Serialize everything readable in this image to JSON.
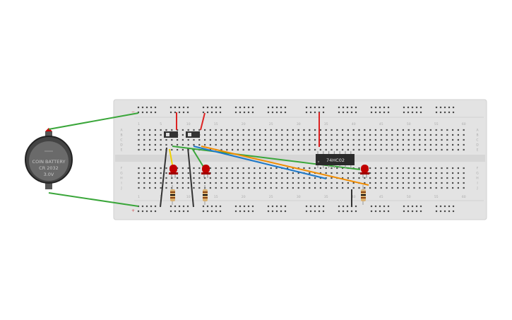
{
  "breadboard": {
    "col_labels": [
      "1",
      "5",
      "10",
      "15",
      "20",
      "25",
      "30",
      "35",
      "40",
      "45",
      "50",
      "55",
      "60"
    ],
    "row_labels_top": [
      "A",
      "B",
      "C",
      "D",
      "E"
    ],
    "row_labels_bottom": [
      "F",
      "G",
      "H",
      "I",
      "J"
    ]
  },
  "battery": {
    "line1": "COIN BATTERY",
    "line2": "CR 2032",
    "line3": "3.0V"
  },
  "chip": {
    "label": "74HC02"
  },
  "colors": {
    "board": "#e3e3e3",
    "wire_green": "#3aa63a",
    "wire_red": "#d22",
    "wire_blue": "#1e78c8",
    "wire_orange": "#f08c00",
    "wire_black": "#333333",
    "wire_yellow": "#f0d000",
    "led_red": "#c00000",
    "chip_body": "#2b2b2b"
  }
}
